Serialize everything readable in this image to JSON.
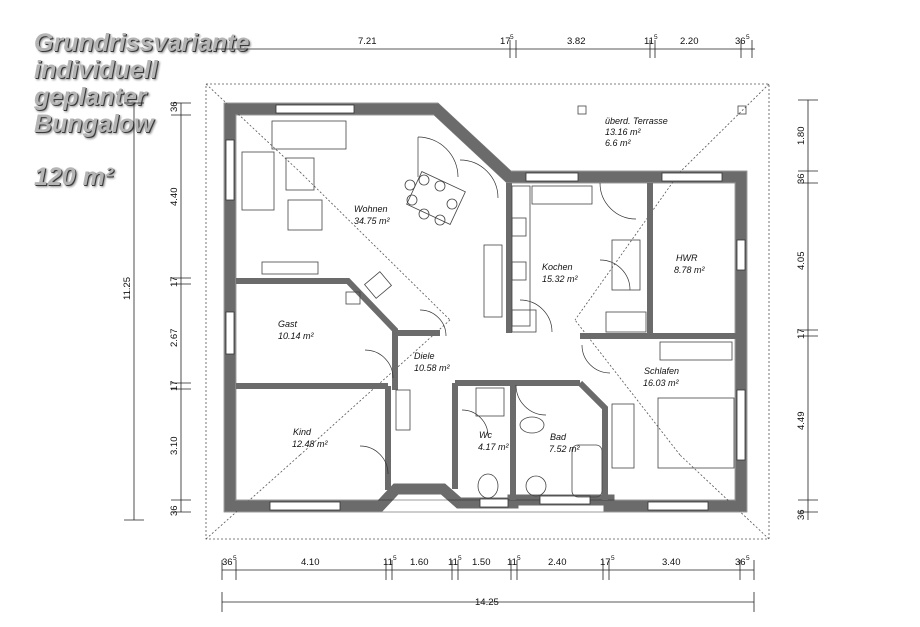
{
  "title_lines": [
    "Grundrissvariante",
    "individuell",
    "geplanter",
    "Bungalow"
  ],
  "area_label": "120 m²",
  "colors": {
    "wall": "#6b6b6b",
    "furniture": "#444444",
    "title": "#b4b4b4"
  },
  "rooms": {
    "terrace": {
      "name": "überd. Terrasse",
      "area": "13.16 m²",
      "area2": "6.6 m²"
    },
    "wohnen": {
      "name": "Wohnen",
      "area": "34.75 m²"
    },
    "kochen": {
      "name": "Kochen",
      "area": "15.32 m²"
    },
    "hwr": {
      "name": "HWR",
      "area": "8.78 m²"
    },
    "gast": {
      "name": "Gast",
      "area": "10.14 m²"
    },
    "diele": {
      "name": "Diele",
      "area": "10.58 m²"
    },
    "schlafen": {
      "name": "Schlafen",
      "area": "16.03 m²"
    },
    "kind": {
      "name": "Kind",
      "area": "12.48 m²"
    },
    "wc": {
      "name": "Wc",
      "area": "4.17 m²"
    },
    "bad": {
      "name": "Bad",
      "area": "7.52 m²"
    }
  },
  "dims": {
    "top": {
      "d1": "7.21",
      "d2": "17",
      "d3": "3.82",
      "d4": "11",
      "d5": "2.20",
      "d6": "36"
    },
    "bottom": {
      "d1": "36",
      "d2": "4.10",
      "d3": "11",
      "d4": "1.60",
      "d5": "11",
      "d6": "1.50",
      "d7": "11",
      "d8": "2.40",
      "d9": "17",
      "d10": "3.40",
      "d11": "36",
      "total": "14.25"
    },
    "left": {
      "d1": "36",
      "d2": "4.40",
      "d3": "17",
      "d4": "2.67",
      "d5": "17",
      "d6": "3.10",
      "d7": "36",
      "total": "11.25"
    },
    "right": {
      "d1": "1.80",
      "d2": "36",
      "d3": "4.05",
      "d4": "17",
      "d5": "4.49",
      "d6": "36"
    },
    "sup": "5"
  }
}
